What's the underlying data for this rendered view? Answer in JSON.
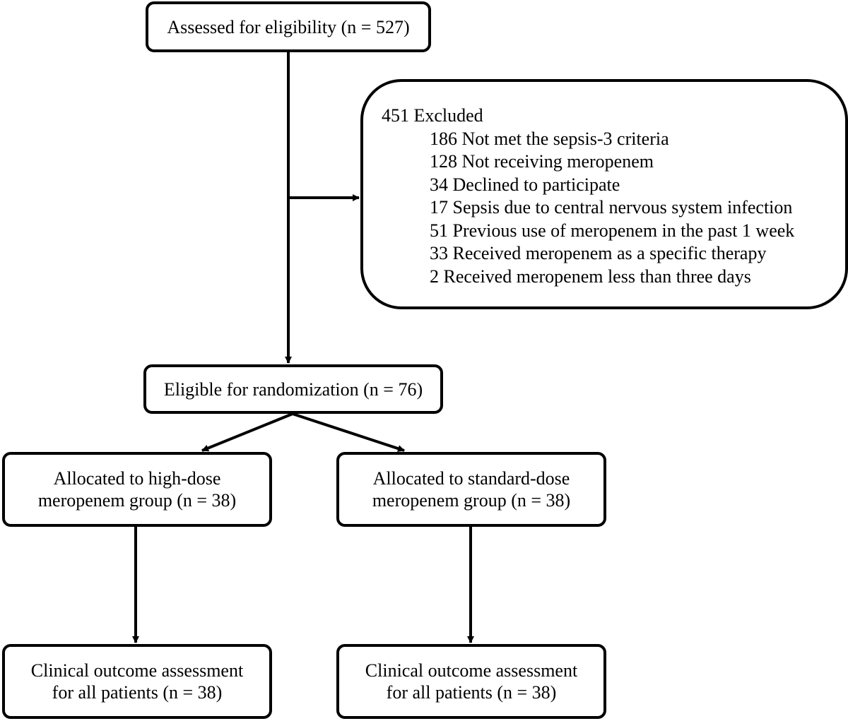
{
  "assessed": {
    "text": "Assessed for eligibility (n = 527)"
  },
  "excluded": {
    "title": "451 Excluded",
    "reasons": [
      "186 Not met the sepsis-3 criteria",
      "128 Not receiving meropenem",
      "34 Declined to participate",
      "17 Sepsis due to central nervous system infection",
      "51 Previous use of meropenem in the past 1 week",
      "33 Received meropenem as a specific therapy",
      "2 Received meropenem less than three days"
    ]
  },
  "eligible": {
    "text": "Eligible for randomization (n = 76)"
  },
  "high_dose": {
    "line1": "Allocated to high-dose",
    "line2": "meropenem group (n = 38)"
  },
  "standard_dose": {
    "line1": "Allocated to standard-dose",
    "line2": "meropenem group (n = 38)"
  },
  "outcome_high": {
    "line1": "Clinical outcome assessment",
    "line2": "for all patients (n = 38)"
  },
  "outcome_standard": {
    "line1": "Clinical outcome assessment",
    "line2": "for all patients (n = 38)"
  }
}
